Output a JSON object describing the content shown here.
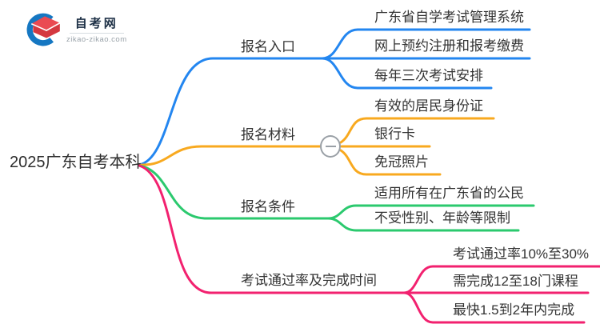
{
  "logo": {
    "site_name": "自考网",
    "site_domain": "zikao-zikao.com"
  },
  "root": {
    "label": "2025广东自考本科"
  },
  "branches": [
    {
      "label": "报名入口",
      "color": "#2386F0",
      "children": [
        "广东省自学考试管理系统",
        "网上预约注册和报考缴费",
        "每年三次考试安排"
      ]
    },
    {
      "label": "报名材料",
      "color": "#F8A91F",
      "collapsed": false,
      "children": [
        "有效的居民身份证",
        "银行卡",
        "免冠照片"
      ]
    },
    {
      "label": "报名条件",
      "color": "#2BC96E",
      "children": [
        "适用所有在广东省的公民",
        "不受性别、年龄等限制"
      ]
    },
    {
      "label": "考试通过率及完成时间",
      "color": "#F2216F",
      "children": [
        "考试通过率10%至30%",
        "需完成12至18门课程",
        "最快1.5到2年内完成"
      ]
    }
  ]
}
